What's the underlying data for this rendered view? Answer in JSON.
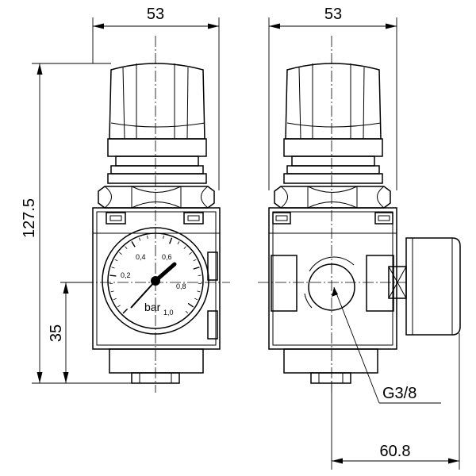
{
  "dimensions": {
    "front_width": "53",
    "side_width": "53",
    "total_height": "127.5",
    "port_height": "35",
    "depth": "60.8"
  },
  "thread_label": "G3/8",
  "gauge": {
    "unit": "bar",
    "ticks": [
      "0,2",
      "0,4",
      "0,6",
      "0,8",
      "1,0"
    ]
  }
}
